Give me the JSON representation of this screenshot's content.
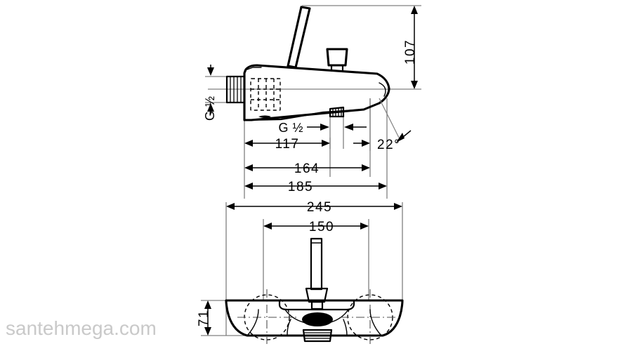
{
  "document": {
    "type": "technical-dimension-drawing",
    "subject": "Wall-mounted single-lever bath mixer tap",
    "background_color": "#ffffff",
    "line_color": "#000000",
    "units": "mm"
  },
  "watermark": {
    "text": "santehmega.com",
    "color": "#c9c9c9"
  },
  "views": [
    {
      "name": "side-elevation",
      "label": ""
    },
    {
      "name": "front-elevation",
      "label": ""
    }
  ],
  "dimensions": {
    "height_107": "107",
    "length_117": "117",
    "length_164": "164",
    "length_185": "185",
    "width_245": "245",
    "width_150": "150",
    "height_71": "71",
    "angle_22": "22°"
  },
  "thread_labels": {
    "inlet_left": "G ½",
    "outlet_bottom": "G ½"
  },
  "chart_data": {
    "type": "table",
    "title": "",
    "categories": [
      "107",
      "117",
      "164",
      "185",
      "245",
      "150",
      "71",
      "22°"
    ],
    "values": [
      107,
      117,
      164,
      185,
      245,
      150,
      71,
      22
    ]
  }
}
